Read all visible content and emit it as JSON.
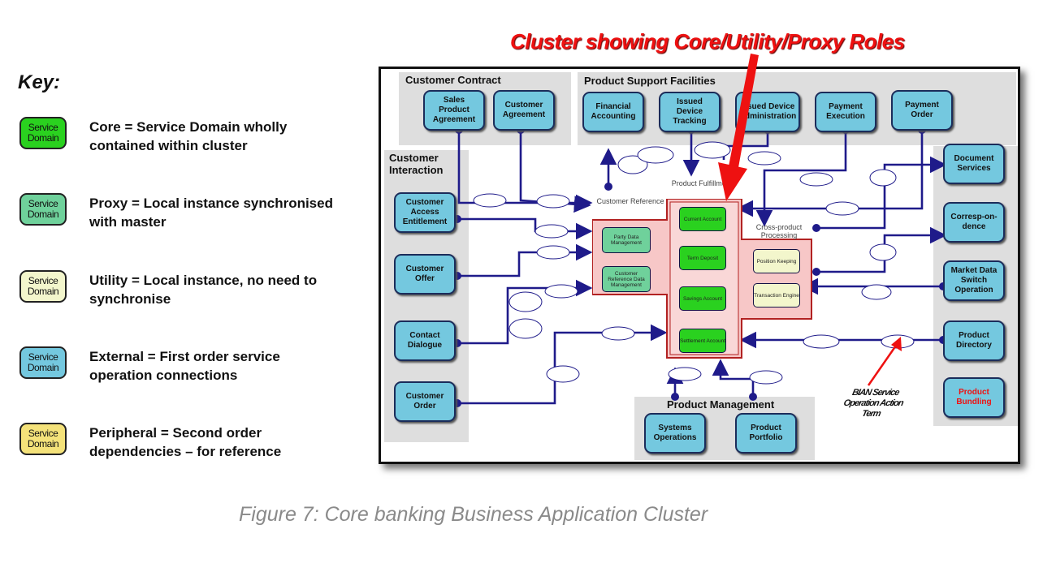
{
  "title": "Cluster showing Core/Utility/Proxy Roles",
  "caption": "Figure 7: Core banking Business Application Cluster",
  "key": {
    "heading": "Key:",
    "badge_text": "Service Domain",
    "items": [
      {
        "label": "Core = Service Domain wholly contained within cluster",
        "color": "#2ad11f"
      },
      {
        "label": "Proxy = Local instance synchronised with master",
        "color": "#6fd19b"
      },
      {
        "label": "Utility = Local instance, no need to synchronise",
        "color": "#f3f6cc"
      },
      {
        "label": "External = First order service operation connections",
        "color": "#74c8df"
      },
      {
        "label": "Peripheral = Second order dependencies – for reference",
        "color": "#f4e27a"
      }
    ]
  },
  "groups": {
    "customer_contract": "Customer Contract",
    "product_support": "Product Support Facilities",
    "customer_interaction": "Customer Interaction",
    "product_management": "Product Management"
  },
  "domains": {
    "sales_product_agreement": "Sales Product Agreement",
    "customer_agreement": "Customer Agreement",
    "financial_accounting": "Financial Accounting",
    "issued_device_tracking": "Issued Device Tracking",
    "issued_device_administration": "Issued Device Administration",
    "payment_execution": "Payment Execution",
    "payment_order": "Payment Order",
    "customer_access_entitlement": "Customer Access Entitlement",
    "customer_offer": "Customer Offer",
    "contact_dialogue": "Contact Dialogue",
    "customer_order": "Customer Order",
    "document_services": "Document Services",
    "correspondence": "Corresp-on-dence",
    "market_data_switch": "Market Data Switch Operation",
    "product_directory": "Product Directory",
    "product_bundling": "Product Bundling",
    "systems_operations": "Systems Operations",
    "product_portfolio": "Product Portfolio"
  },
  "cluster": {
    "customer_reference_label": "Customer Reference",
    "product_fulfillment_label": "Product Fulfillment",
    "cross_product_label": "Cross-product Processing",
    "core": [
      "Current Account",
      "Term Deposit",
      "Savings Account",
      "Settlement Account"
    ],
    "proxy": [
      "Party Data Management",
      "Customer Reference Data Management"
    ],
    "utility": [
      "Position Keeping",
      "Transaction Engine"
    ]
  },
  "annotation": "BIAN Service Operation Action Term"
}
